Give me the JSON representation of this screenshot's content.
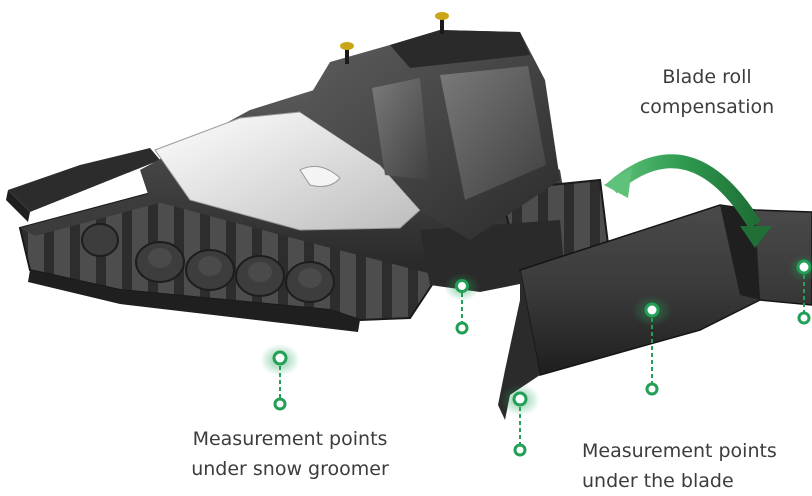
{
  "labels": {
    "blade_roll": {
      "line1": "Blade roll",
      "line2": "compensation"
    },
    "groomer_points": {
      "line1": "Measurement points",
      "line2": "under snow groomer"
    },
    "blade_points": {
      "line1": "Measurement points",
      "line2": "under the blade"
    }
  },
  "colors": {
    "arrow_green": "#2e9a4f",
    "marker_green": "#22a055",
    "body_dark": "#3a3a3a",
    "hood_light": "#e6e6e6",
    "text": "#3c3c3c"
  },
  "icons": [
    "measurement-point-icon",
    "curved-arrow-icon",
    "gps-antenna-icon"
  ]
}
